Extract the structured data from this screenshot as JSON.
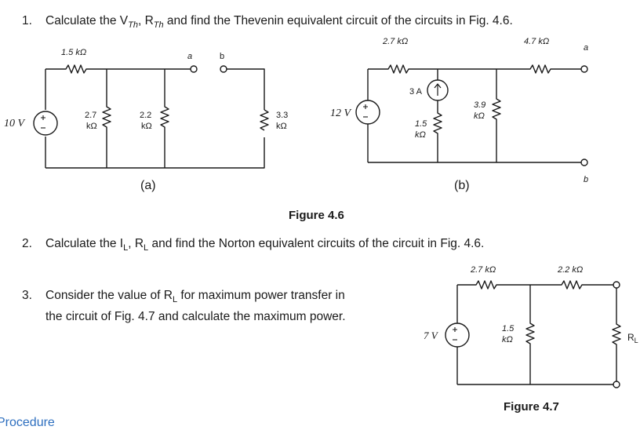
{
  "questions": [
    {
      "number": "1.",
      "text_a": "Calculate the V",
      "sub_a": "Th",
      "text_b": ", R",
      "sub_b": "Th",
      "text_c": " and find the Thevenin equivalent circuit of the circuits in Fig. 4.6."
    },
    {
      "number": "2.",
      "text_a": "Calculate the I",
      "sub_a": "L",
      "text_b": ", R",
      "sub_b": "L",
      "text_c": " and find the Norton equivalent circuits of the circuit in Fig. 4.6."
    },
    {
      "number": "3.",
      "line1_a": "Consider the value of R",
      "line1_sub": "L",
      "line1_b": " for maximum power transfer in",
      "line2": "the circuit of Fig. 4.7 and calculate the maximum power."
    }
  ],
  "figures": {
    "fig46_caption": "Figure 4.6",
    "fig47_caption": "Figure 4.7",
    "sub_a": "(a)",
    "sub_b": "(b)"
  },
  "circuit_a": {
    "source": "10 V",
    "r_series": "1.5 kΩ",
    "r1_top": "2.7",
    "r1_bot": "kΩ",
    "r2_top": "2.2",
    "r2_bot": "kΩ",
    "r3_top": "3.3",
    "r3_bot": "kΩ",
    "node_a": "a",
    "node_b": "b"
  },
  "circuit_b": {
    "source": "12 V",
    "current_source": "3 A",
    "r_left": "2.7 kΩ",
    "r_right": "4.7 kΩ",
    "r_mid_top": "1.5",
    "r_mid_bot": "kΩ",
    "r_shunt_top": "3.9",
    "r_shunt_bot": "kΩ",
    "node_a": "a",
    "node_b": "b"
  },
  "circuit_c": {
    "source": "7 V",
    "r_left": "2.7 kΩ",
    "r_right": "2.2 kΩ",
    "r_mid_top": "1.5",
    "r_mid_bot": "kΩ",
    "load": "R",
    "load_sub": "L"
  },
  "footer": {
    "procedure": "Procedure"
  }
}
